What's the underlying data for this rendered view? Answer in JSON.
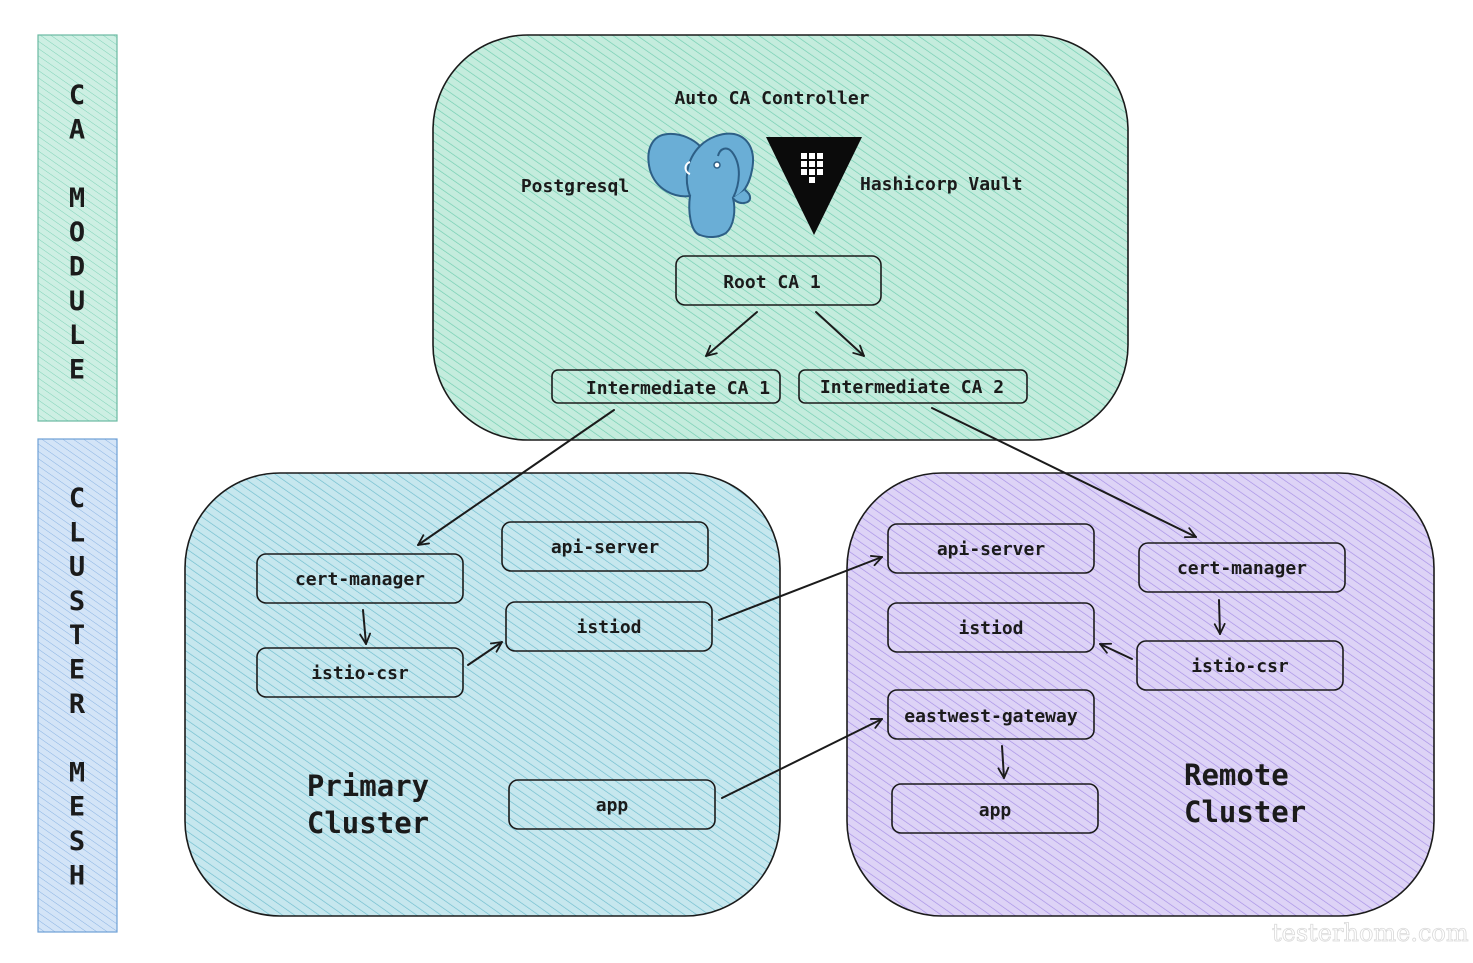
{
  "side_labels": {
    "ca_module": [
      "C",
      "A",
      "",
      "M",
      "O",
      "D",
      "U",
      "L",
      "E"
    ],
    "cluster_mesh": [
      "C",
      "L",
      "U",
      "S",
      "T",
      "E",
      "R",
      "",
      "M",
      "E",
      "S",
      "H"
    ]
  },
  "ca_controller": {
    "title": "Auto CA Controller",
    "postgres_label": "Postgresql",
    "vault_label": "Hashicorp Vault",
    "root_ca": "Root CA 1",
    "intermediate_ca_1": "Intermediate CA 1",
    "intermediate_ca_2": "Intermediate CA 2"
  },
  "primary_cluster": {
    "title_line1": "Primary",
    "title_line2": "Cluster",
    "cert_manager": "cert-manager",
    "istio_csr": "istio-csr",
    "api_server": "api-server",
    "istiod": "istiod",
    "app": "app"
  },
  "remote_cluster": {
    "title_line1": "Remote",
    "title_line2": "Cluster",
    "api_server": "api-server",
    "istiod": "istiod",
    "eastwest_gateway": "eastwest-gateway",
    "app": "app",
    "cert_manager": "cert-manager",
    "istio_csr": "istio-csr"
  },
  "watermark": "testerhome.com",
  "colors": {
    "ca_region": "#bfeadb",
    "primary_region": "#bfe4ec",
    "remote_region": "#d8ccf5",
    "ca_side": "#c9eee0",
    "mesh_side": "#cfe1f6",
    "outline": "#1b1b1b"
  }
}
